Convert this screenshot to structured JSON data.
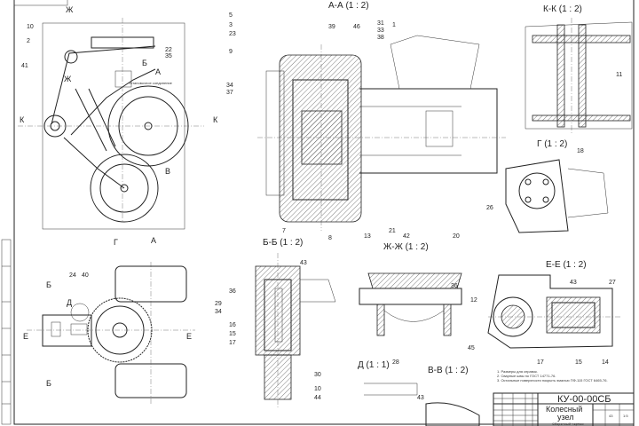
{
  "sheet": {
    "designation": "КУ-00-00СБ",
    "title_line1": "Колесный",
    "title_line2": "узел",
    "doc_type": "Сборочный чертеж",
    "mass": "43",
    "scale": "1:5"
  },
  "views": {
    "aa": "А-А (1 : 2)",
    "zhzh": "Ж-Ж (1 : 2)",
    "gg": "Г (1 : 2)",
    "bb": "Б-Б (1 : 2)",
    "vv": "В-В (1 : 2)",
    "ee": "Е-Е (1 : 2)",
    "dd": "Д (1 : 1)",
    "kk": "К-К (1 : 2)"
  },
  "annotations": {
    "install_joint": "Установочное соединение",
    "notes": [
      "1. Размеры для справок.",
      "2. Сварные швы по ГОСТ 14771-76.",
      "3. Остальные поверхности покрыть эмалью ПФ-115 ГОСТ 6465-76."
    ]
  },
  "section_marks": {
    "zh": "Ж",
    "k": "К",
    "b": "Б",
    "v": "В",
    "a": "А",
    "g": "Г",
    "e": "Е",
    "d": "Д"
  },
  "callouts": {
    "top_left": [
      "10",
      "2",
      "41",
      "22",
      "35"
    ],
    "aa": [
      "5",
      "3",
      "23",
      "9",
      "34",
      "37",
      "39",
      "46",
      "31",
      "33",
      "38",
      "1",
      "7",
      "8",
      "13",
      "21",
      "42",
      "20"
    ],
    "top_right": [
      "11"
    ],
    "gg": [
      "18",
      "26"
    ],
    "bottom_left": [
      "24",
      "40",
      "29",
      "34"
    ],
    "bb": [
      "43",
      "16",
      "15",
      "17",
      "30",
      "10",
      "44",
      "36"
    ],
    "vv": [
      "36",
      "12"
    ],
    "ee": [
      "43",
      "27",
      "45",
      "17",
      "15",
      "14"
    ],
    "dd": [
      "28",
      "43"
    ]
  }
}
